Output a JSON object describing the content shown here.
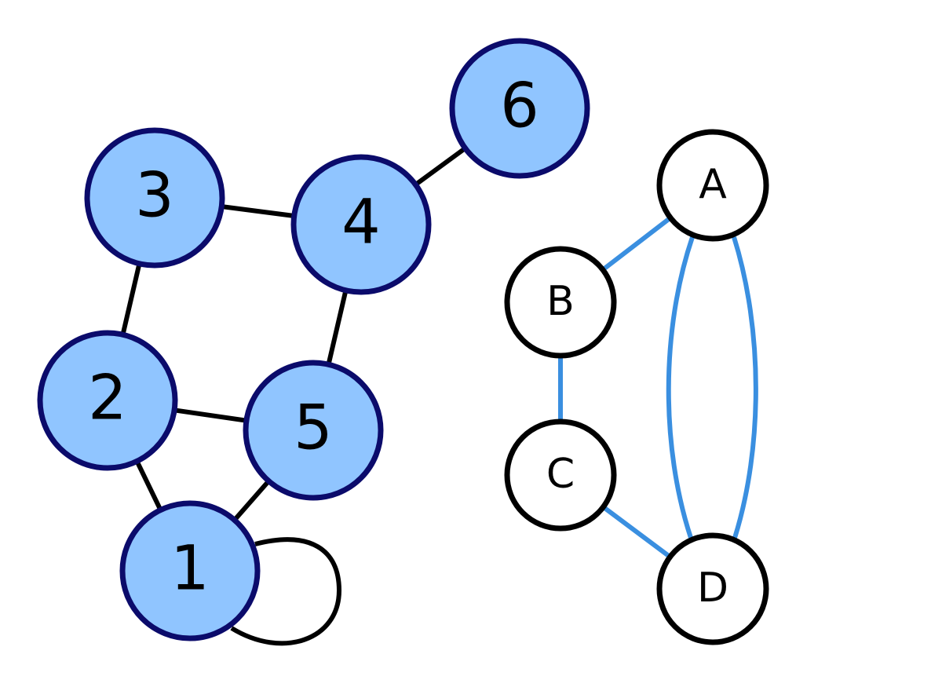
{
  "graph_left": {
    "node_fill": "#90c5ff",
    "node_stroke": "#0b0b6b",
    "edge_color": "#000000",
    "nodes": [
      {
        "id": "1",
        "label": "1"
      },
      {
        "id": "2",
        "label": "2"
      },
      {
        "id": "3",
        "label": "3"
      },
      {
        "id": "4",
        "label": "4"
      },
      {
        "id": "5",
        "label": "5"
      },
      {
        "id": "6",
        "label": "6"
      }
    ],
    "edges": [
      {
        "from": "3",
        "to": "4"
      },
      {
        "from": "3",
        "to": "2"
      },
      {
        "from": "4",
        "to": "6"
      },
      {
        "from": "4",
        "to": "5"
      },
      {
        "from": "2",
        "to": "5"
      },
      {
        "from": "2",
        "to": "1"
      },
      {
        "from": "5",
        "to": "1"
      },
      {
        "from": "1",
        "to": "1",
        "type": "self-loop"
      }
    ]
  },
  "graph_right": {
    "node_fill": "#ffffff",
    "node_stroke": "#000000",
    "edge_color": "#3a8fe0",
    "nodes": [
      {
        "id": "A",
        "label": "A"
      },
      {
        "id": "B",
        "label": "B"
      },
      {
        "id": "C",
        "label": "C"
      },
      {
        "id": "D",
        "label": "D"
      }
    ],
    "edges": [
      {
        "from": "A",
        "to": "B"
      },
      {
        "from": "B",
        "to": "C"
      },
      {
        "from": "C",
        "to": "D"
      },
      {
        "from": "A",
        "to": "D",
        "type": "parallel-left"
      },
      {
        "from": "A",
        "to": "D",
        "type": "parallel-right"
      }
    ]
  }
}
